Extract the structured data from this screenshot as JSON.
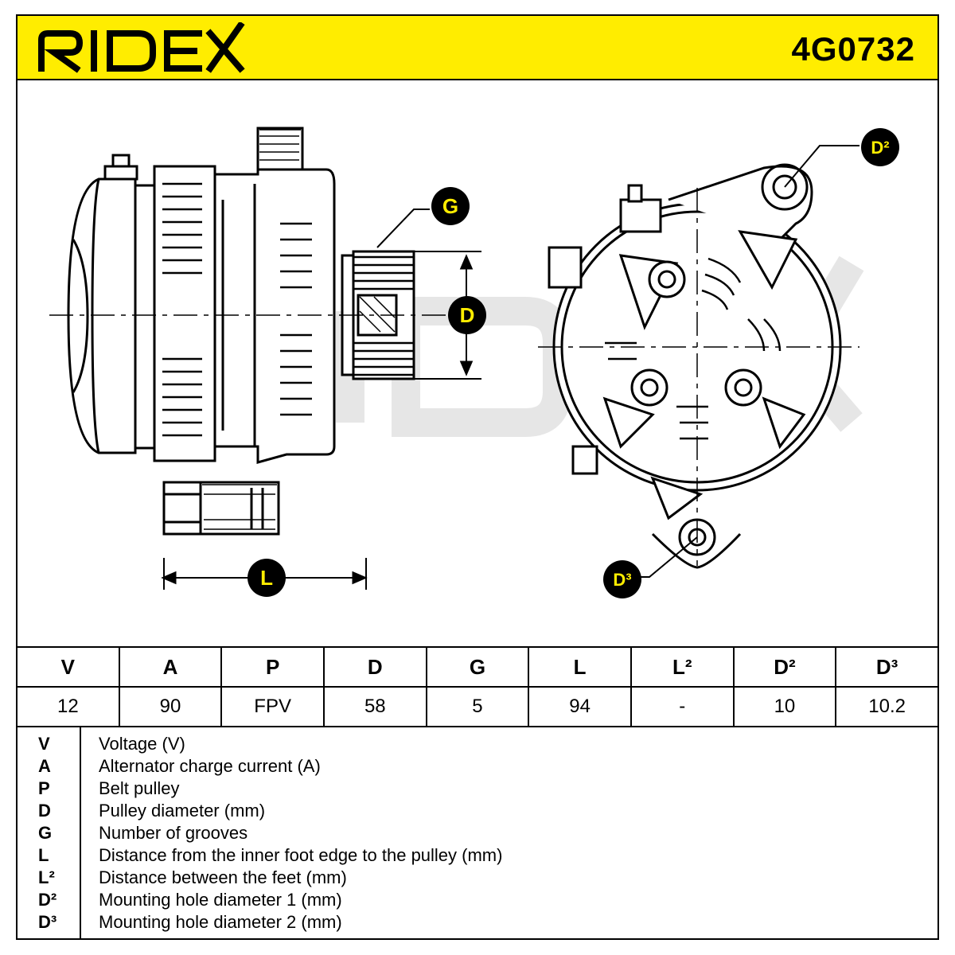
{
  "header": {
    "brand": "RIDEX",
    "part_number": "4G0732",
    "colors": {
      "accent": "#ffed00",
      "ink": "#000000"
    }
  },
  "drawing": {
    "callouts": {
      "g": "G",
      "d": "D",
      "l": "L",
      "d2": "D²",
      "d3": "D³"
    }
  },
  "spec_table": {
    "headers": [
      "V",
      "A",
      "P",
      "D",
      "G",
      "L",
      "L²",
      "D²",
      "D³"
    ],
    "values": [
      "12",
      "90",
      "FPV",
      "58",
      "5",
      "94",
      "-",
      "10",
      "10.2"
    ]
  },
  "legend": [
    {
      "symbol": "V",
      "text": "Voltage (V)"
    },
    {
      "symbol": "A",
      "text": "Alternator charge current (A)"
    },
    {
      "symbol": "P",
      "text": "Belt pulley"
    },
    {
      "symbol": "D",
      "text": "Pulley diameter (mm)"
    },
    {
      "symbol": "G",
      "text": "Number of grooves"
    },
    {
      "symbol": "L",
      "text": "Distance from the inner foot edge to the pulley (mm)"
    },
    {
      "symbol": "L²",
      "text": "Distance between the feet (mm)"
    },
    {
      "symbol": "D²",
      "text": "Mounting hole diameter 1 (mm)"
    },
    {
      "symbol": "D³",
      "text": "Mounting hole diameter 2 (mm)"
    }
  ]
}
